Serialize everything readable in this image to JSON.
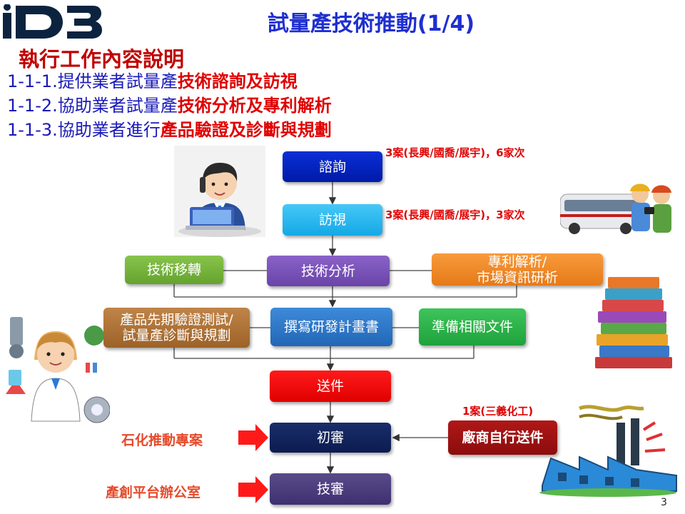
{
  "header": {
    "logo_text": "iD3",
    "title": "試量產技術推動(1/4)"
  },
  "section_heading": "執行工作內容說明",
  "items": [
    {
      "prefix": "1-1-1.提供業者試量產",
      "highlight": "技術諮詢及訪視"
    },
    {
      "prefix": "1-1-2.協助業者試量產",
      "highlight": "技術分析及專利解析"
    },
    {
      "prefix": "1-1-3.協助業者進行",
      "highlight": "產品驗證及診斷與規劃"
    }
  ],
  "flow": {
    "consult": "諮詢",
    "visit": "訪視",
    "tech_transfer": "技術移轉",
    "tech_analysis": "技術分析",
    "patent_line1": "專利解析/",
    "patent_line2": "市場資訊研析",
    "verify_line1": "產品先期驗證測試/",
    "verify_line2": "試量產診斷與規劃",
    "write_plan": "撰寫研發計畫書",
    "prepare_docs": "準備相關文件",
    "submit": "送件",
    "first_review": "初審",
    "tech_review": "技審",
    "self_submit": "廠商自行送件"
  },
  "notes": {
    "consult_note": "3案(長興/國喬/展宇)，6家次",
    "visit_note": "3案(長興/國喬/展宇)，3家次",
    "self_submit_note": "1案(三義化工)"
  },
  "side_labels": {
    "petrochem": "石化推動專案",
    "office": "產創平台辦公室"
  },
  "page_number": "3",
  "colors": {
    "title_blue": "#1f2fd0",
    "heading_red": "#c00000",
    "highlight_red": "#e00000"
  }
}
